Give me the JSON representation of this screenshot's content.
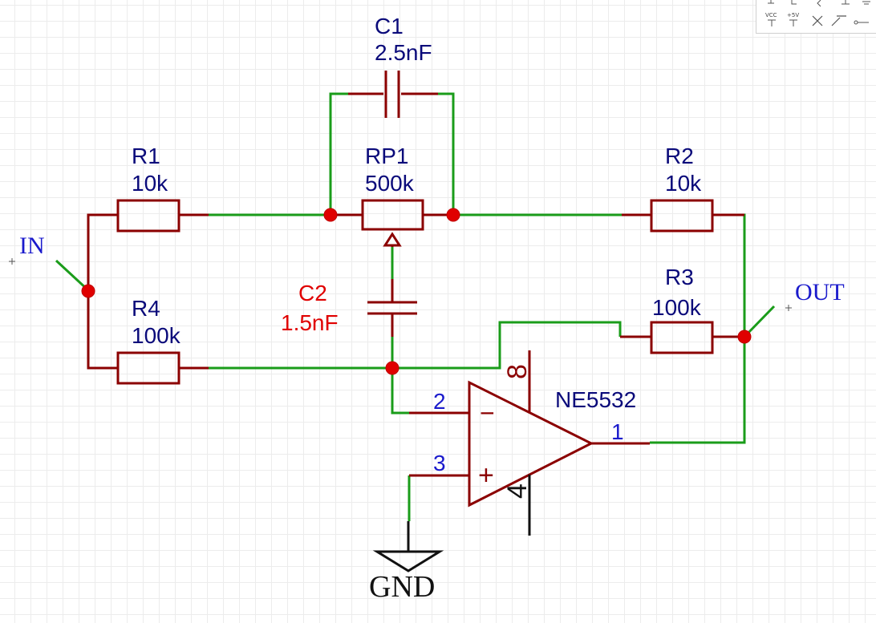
{
  "components": {
    "c1": {
      "ref": "C1",
      "value": "2.5nF"
    },
    "r1": {
      "ref": "R1",
      "value": "10k"
    },
    "rp1": {
      "ref": "RP1",
      "value": "500k"
    },
    "r2": {
      "ref": "R2",
      "value": "10k"
    },
    "r3": {
      "ref": "R3",
      "value": "100k"
    },
    "r4": {
      "ref": "R4",
      "value": "100k"
    },
    "c2": {
      "ref": "C2",
      "value": "1.5nF"
    },
    "u1": {
      "part": "NE5532"
    }
  },
  "pins": {
    "inv": "2",
    "noninv": "3",
    "out": "1",
    "vplus": "8",
    "vminus": "4"
  },
  "opamp_signs": {
    "minus": "−",
    "plus": "+"
  },
  "nets": {
    "in": "IN",
    "out": "OUT",
    "gnd": "GND"
  },
  "palette": {
    "vcc": "VCC",
    "plus5v": "+5V"
  },
  "colors": {
    "wire": "#1a9c1a",
    "component": "#8b0000",
    "junction": "#e00000",
    "label": "#0a0a7a",
    "net_label": "#1a1acc"
  }
}
